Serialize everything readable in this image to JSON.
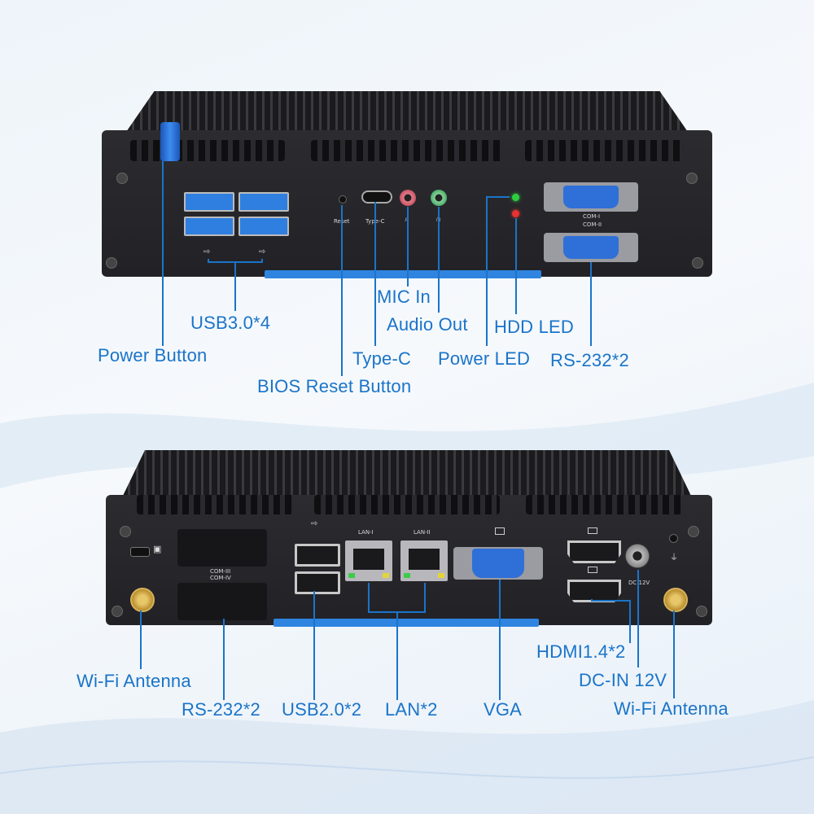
{
  "front": {
    "callouts": {
      "mic_in": "MIC In",
      "usb30": "USB3.0*4",
      "audio_out": "Audio Out",
      "hdd_led": "HDD LED",
      "power_button": "Power Button",
      "type_c": "Type-C",
      "power_led": "Power LED",
      "rs232": "RS-232*2",
      "bios_reset": "BIOS Reset Button"
    },
    "panel_text": {
      "reset": "Reset",
      "typec": "Type-C",
      "com1": "COM-I",
      "com2": "COM-II"
    }
  },
  "rear": {
    "callouts": {
      "hdmi": "HDMI1.4*2",
      "wifi_left": "Wi-Fi Antenna",
      "dcin": "DC-IN 12V",
      "rs232": "RS-232*2",
      "usb20": "USB2.0*2",
      "lan": "LAN*2",
      "vga": "VGA",
      "wifi_right": "Wi-Fi Antenna"
    },
    "panel_text": {
      "lan1": "LAN-I",
      "lan2": "LAN-II",
      "com34_a": "COM-III",
      "com34_b": "COM-IV",
      "dc": "DC 12V"
    }
  },
  "colors": {
    "callout": "#1a74c9",
    "usb3_blue": "#2f7fe0",
    "panel": "#262629",
    "led_green": "#2ecc40",
    "led_red": "#e63232",
    "vga_blue": "#2f6fd8"
  }
}
